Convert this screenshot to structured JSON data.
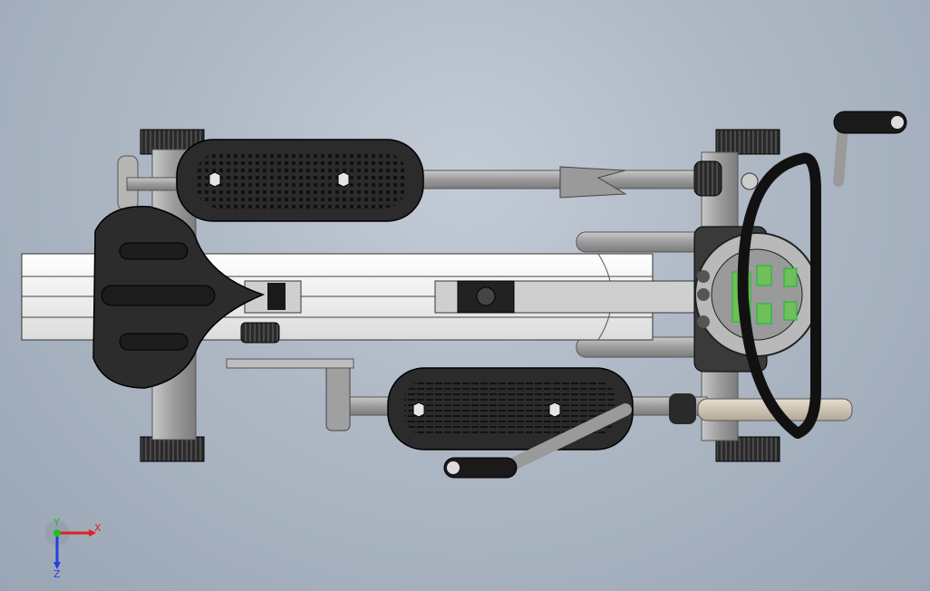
{
  "viewport": {
    "background_top": "#c3cbd6",
    "background_bottom": "#9aa6b5"
  },
  "model": {
    "subject": "elliptical-trainer-top-view",
    "body_color": "#f5f5f5",
    "pedal_color": "#2b2b2b",
    "frame_color": "#a8a8a8",
    "rubber_color": "#1a1a1a",
    "console_accent": "#6fbf5a"
  },
  "triad": {
    "x_label": "X",
    "y_label": "Y",
    "z_label": "Z",
    "x_color": "#e02020",
    "y_color": "#20c020",
    "z_color": "#2040e0"
  }
}
